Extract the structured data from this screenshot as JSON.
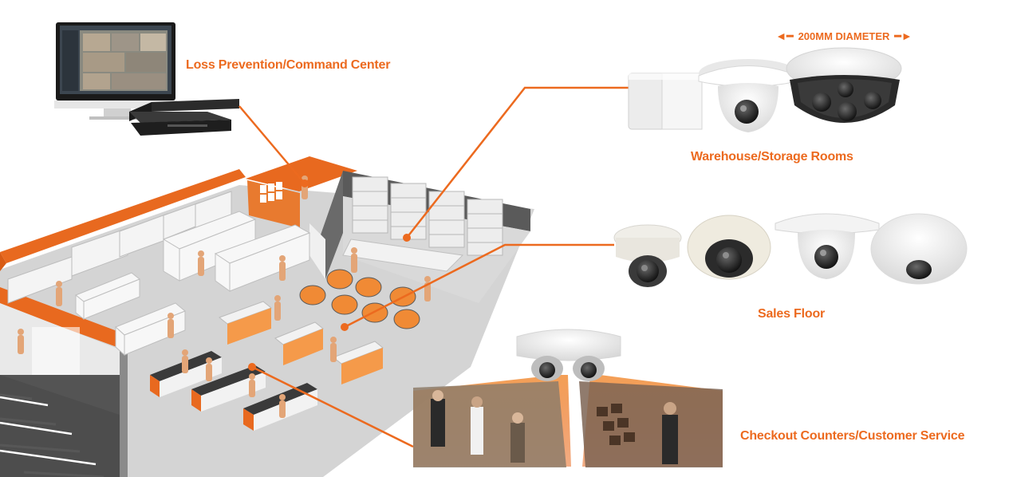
{
  "labels": {
    "loss_prevention": "Loss Prevention/Command Center",
    "warehouse": "Warehouse/Storage Rooms",
    "sales_floor": "Sales Floor",
    "checkout": "Checkout Counters/Customer Service",
    "diameter": "200MM DIAMETER"
  },
  "colors": {
    "accent": "#ec6a1f",
    "wall": "#e8691f",
    "floor": "#cfcfcf",
    "figure": "#e8a87a"
  },
  "icons": {
    "diameter_left_arrow": "arrow-left-icon",
    "diameter_right_arrow": "arrow-right-icon"
  }
}
